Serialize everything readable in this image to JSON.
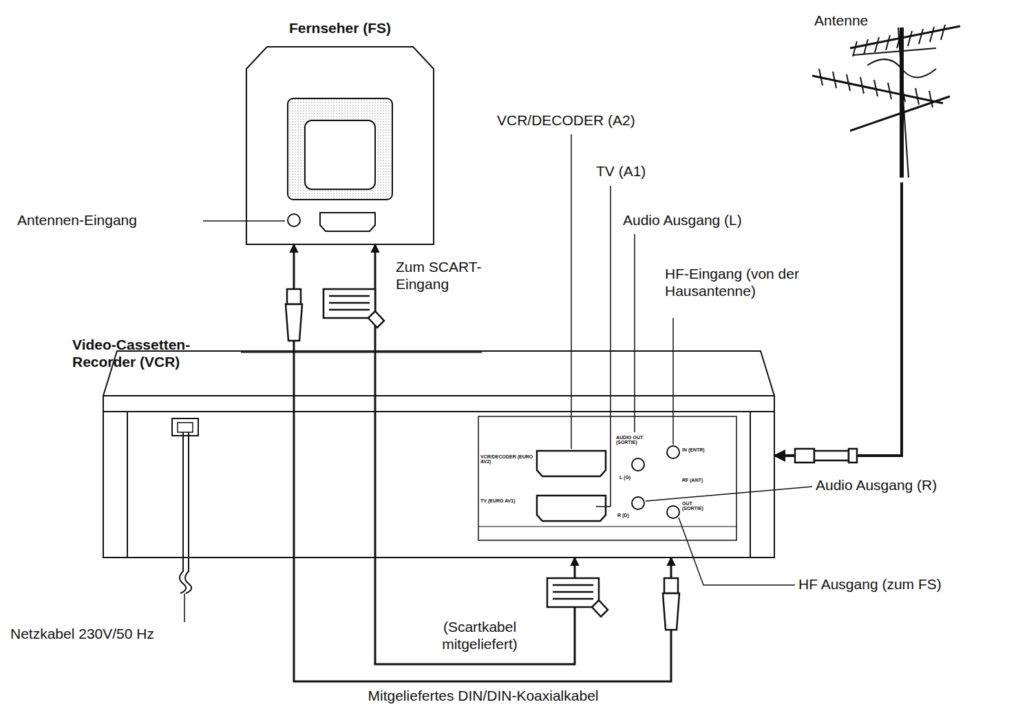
{
  "diagram": {
    "nodes": [
      {
        "text": [
          "Fernseher (FS)"
        ]
      },
      {
        "text": [
          "Video-Cassetten-Recorder (VCR)"
        ]
      },
      {
        "text": [
          "Antenne"
        ]
      }
    ],
    "edges": [
      {
        "from": 1,
        "to": 0,
        "arrow": "both",
        "label": "Mitgeliefertes DIN/DIN-Koaxialkabel"
      },
      {
        "from": 1,
        "to": 0,
        "arrow": "both",
        "label": "(Scartkabel mitgeliefert)"
      },
      {
        "from": 2,
        "to": 1,
        "arrow": "to"
      }
    ],
    "labels": [
      "Antennen-Eingang",
      "Zum SCART-Eingang",
      "VCR/DECODER (A2)",
      "TV (A1)",
      "Audio Ausgang (L)",
      "HF-Eingang (von der Hausantenne)",
      "Audio Ausgang (R)",
      "HF Ausgang (zum FS)",
      "Netzkabel 230V/50 Hz",
      "VCR/DECODER (EURO AV2)",
      "TV (EURO AV1)",
      "AUDIO OUT (SORTIE)",
      "L (G)",
      "R (D)",
      "IN (ENTR)",
      "RF (ANT)",
      "OUT (SORTIE)"
    ]
  }
}
